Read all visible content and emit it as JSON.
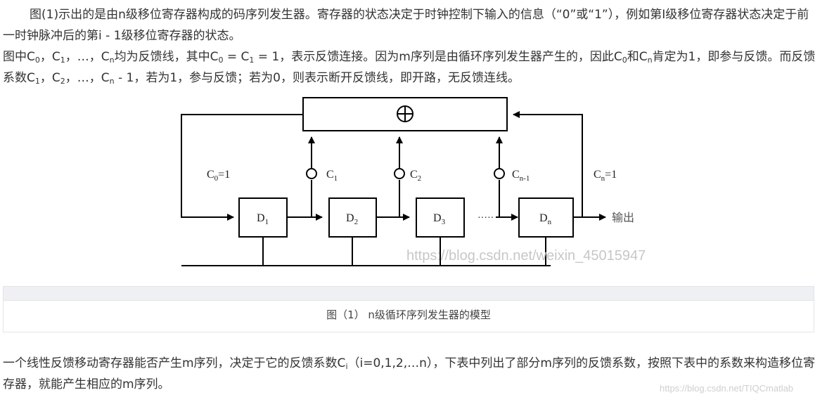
{
  "text": {
    "para1_a": "图(1)示出的是由n级移位寄存器构成的码序列发生器。寄存器的状态决定于时钟控制下输入的信息（“0”或“1”），例如第I级移位寄存器状态决定于前一时钟脉冲后的第i - 1级移位寄存器的状态。",
    "p2_a": "图中C",
    "p2_s0": "0",
    "p2_b": "，C",
    "p2_s1": "1",
    "p2_c": "，…，C",
    "p2_sn": "n",
    "p2_d": "均为反馈线，其中C",
    "p2_s0b": "0",
    "p2_e": " = C",
    "p2_s1b": "1",
    "p2_f": " = 1，表示反馈连接。因为m序列是由循环序列发生器产生的，因此C",
    "p2_s0c": "0",
    "p2_g": "和C",
    "p2_snb": "n",
    "p2_h": "肯定为1，即参与反馈。而反馈系数C",
    "p2_s1c": "1",
    "p2_i": "，C",
    "p2_s2": "2",
    "p2_j": "，…，C",
    "p2_snc": "n",
    "p2_k": " - 1，若为1，参与反馈；若为0，则表示断开反馈线，即开路，无反馈连线。",
    "p3_a": "一个线性反馈移动寄存器能否产生m序列，决定于它的反馈系数C",
    "p3_si": "i",
    "p3_b": "（i=0,1,2,…n），下表中列出了部分m序列的反馈系数，按照下表中的系数来构造移位寄存器，就能产生相应的m序列。"
  },
  "figure": {
    "adder_symbol": "⊕",
    "c0_label": "C",
    "c0_sub": "0",
    "c0_eq": "=1",
    "cn_label": "C",
    "cn_sub": "n",
    "cn_eq": "=1",
    "tap1": "C",
    "tap1_sub": "1",
    "tap2": "C",
    "tap2_sub": "2",
    "tapn1": "C",
    "tapn1_sub": "n-1",
    "d1": "D",
    "d1_sub": "1",
    "d2": "D",
    "d2_sub": "2",
    "d3": "D",
    "d3_sub": "3",
    "dn": "D",
    "dn_sub": "n",
    "dots": "·····",
    "output_label": "输出"
  },
  "caption": "图（1） n级循环序列发生器的模型",
  "watermarks": {
    "figure": "https://blog.csdn.net/weixin_45015947",
    "page": "https://blog.csdn.net/TIQCmatlab"
  }
}
